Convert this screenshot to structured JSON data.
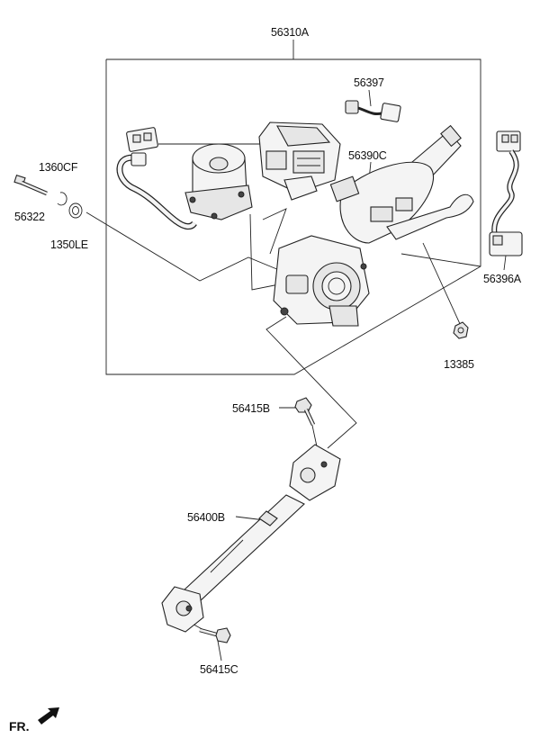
{
  "diagram": {
    "labels": {
      "assembly": "56310A",
      "motor_connector": "56397",
      "bolt_top_left": "1360CF",
      "bolt": "56322",
      "washer": "1350LE",
      "column_body": "56390C",
      "harness_right": "56396A",
      "nut": "13385",
      "upper_bolt": "56415B",
      "shaft": "56400B",
      "lower_bolt": "56415C"
    },
    "direction_marker": "FR.",
    "icons": {
      "direction_arrow": "arrow-up-right-icon"
    }
  }
}
